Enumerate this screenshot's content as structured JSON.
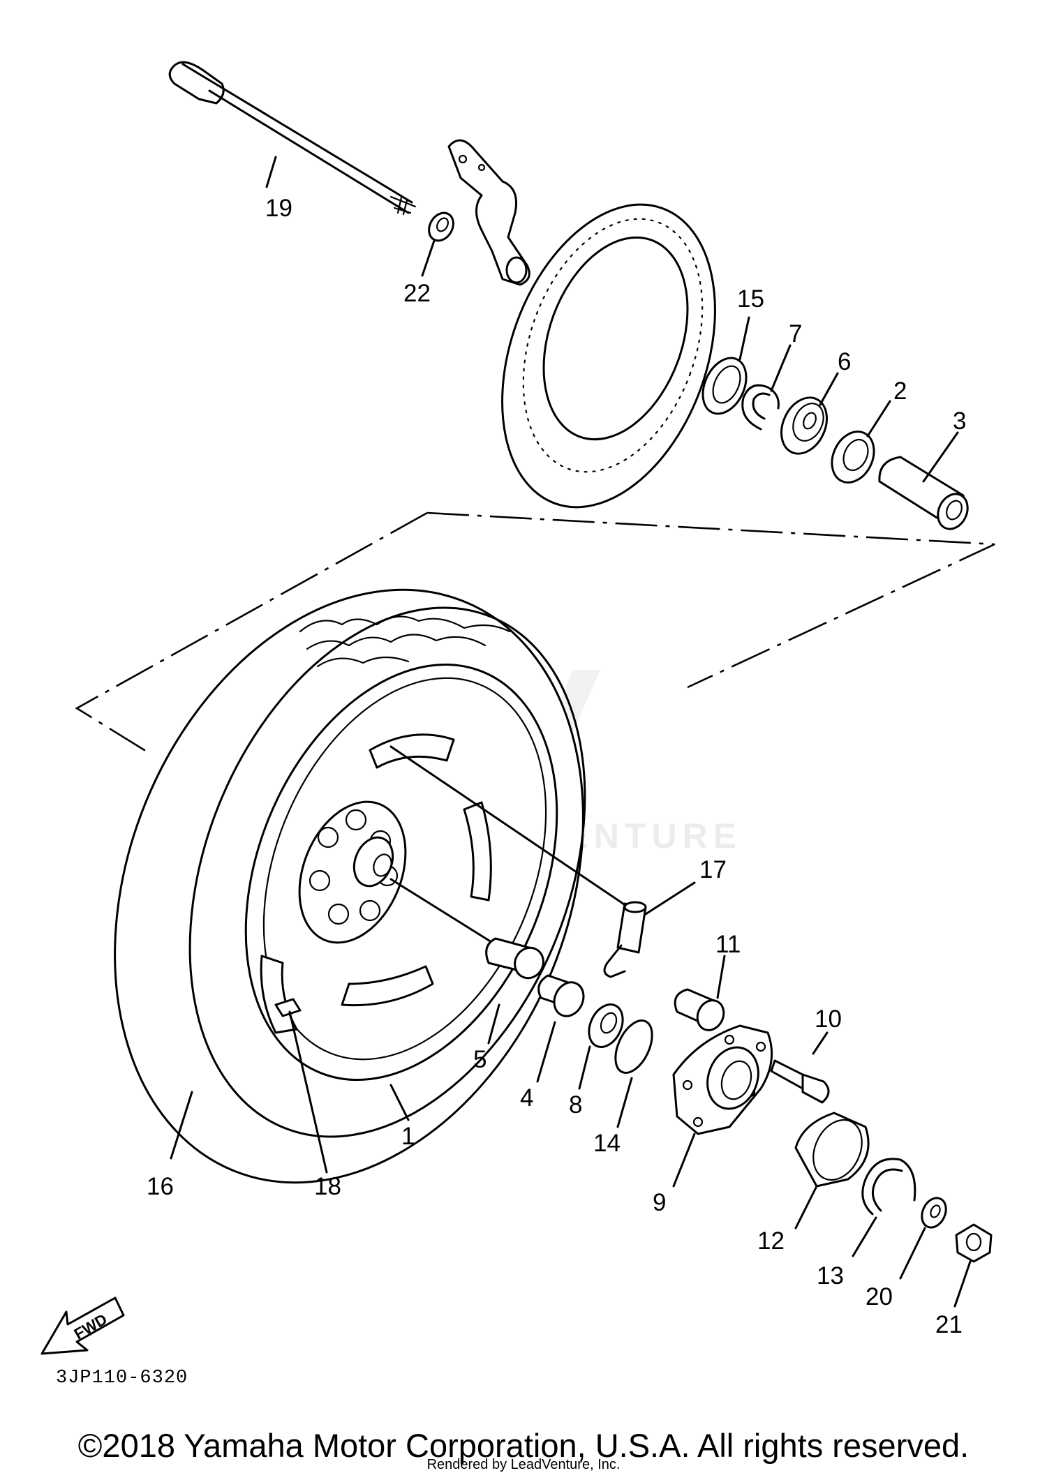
{
  "diagram": {
    "callouts": [
      "1",
      "2",
      "3",
      "4",
      "5",
      "6",
      "7",
      "8",
      "9",
      "10",
      "11",
      "12",
      "13",
      "14",
      "15",
      "16",
      "17",
      "18",
      "19",
      "20",
      "21",
      "22"
    ],
    "fwd_label": "FWD"
  },
  "footer": {
    "part_code": "3JP110-6320",
    "copyright": "©2018 Yamaha Motor Corporation, U.S.A. All rights reserved.",
    "rendered_by": "Rendered by LeadVenture, Inc."
  },
  "watermark": {
    "text": "LEADVENTURE"
  }
}
